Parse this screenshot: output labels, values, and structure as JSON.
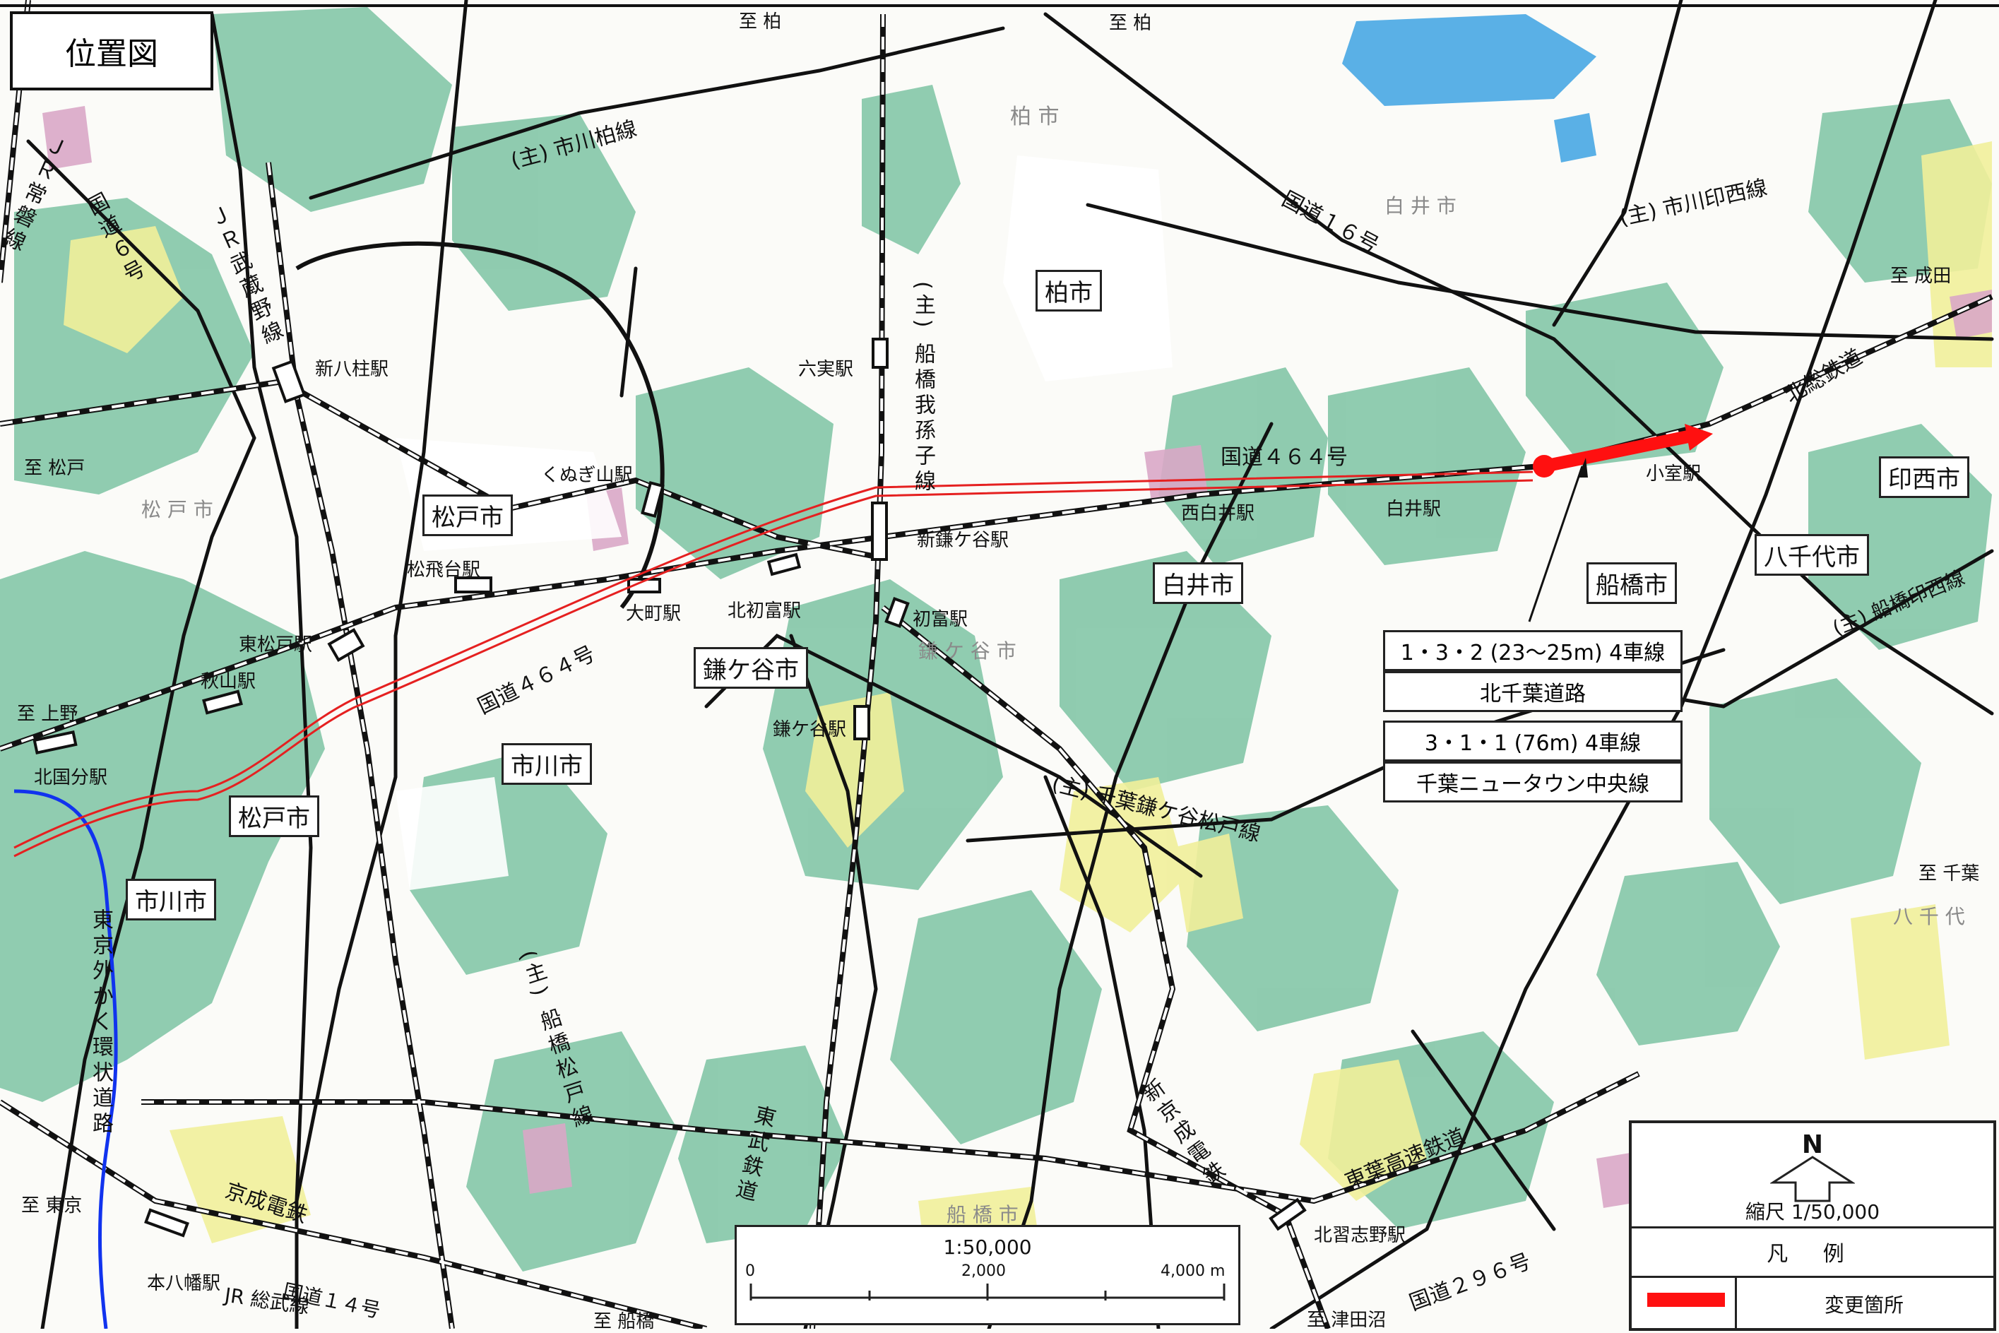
{
  "title": "位置図",
  "municipalities": [
    {
      "id": "kashiwa",
      "text": "柏市"
    },
    {
      "id": "matsudo-1",
      "text": "松戸市"
    },
    {
      "id": "shiroi",
      "text": "白井市"
    },
    {
      "id": "funabashi",
      "text": "船橋市"
    },
    {
      "id": "yachiyo",
      "text": "八千代市"
    },
    {
      "id": "inzai",
      "text": "印西市"
    },
    {
      "id": "kamagaya",
      "text": "鎌ケ谷市"
    },
    {
      "id": "ichikawa-1",
      "text": "市川市"
    },
    {
      "id": "matsudo-2",
      "text": "松戸市"
    },
    {
      "id": "ichikawa-2",
      "text": "市川市"
    }
  ],
  "faint_labels": [
    "柏 市",
    "白 井 市",
    "松 戸 市",
    "鎌 ケ 谷 市",
    "八 千 代",
    "船 橋 市"
  ],
  "stations": [
    "新八柱駅",
    "六実駅",
    "くぬぎ山駅",
    "新鎌ケ谷駅",
    "西白井駅",
    "白井駅",
    "小室駅",
    "松飛台駅",
    "大町駅",
    "北初富駅",
    "初富駅",
    "東松戸駅",
    "秋山駅",
    "鎌ケ谷駅",
    "北国分駅",
    "本八幡駅",
    "北習志野駅"
  ],
  "roads": [
    "(主) 市川柏線",
    "国道１６号",
    "(主) 市川印西線",
    "国道４６４号",
    "国道４６４号",
    "(主) 船橋印西線",
    "(主) 千葉鎌ケ谷松戸線",
    "国道２９６号",
    "国道１４号"
  ],
  "vertical_labels": [
    "ＪＲ常磐線",
    "国道６号",
    "ＪＲ武蔵野線",
    "(主) 船橋我孫子線",
    "東京外かく環状道路",
    "(主) 船橋松戸線",
    "東武鉄道",
    "新京成電鉄"
  ],
  "rail_labels": [
    "北総鉄道",
    "京成電鉄",
    "JR 総武線",
    "東葉高速鉄道"
  ],
  "directions": [
    "至 柏",
    "至 柏",
    "至 成田",
    "至 松戸",
    "至 上野",
    "至 千葉",
    "至 東京",
    "至 船橋",
    "至 津田沼"
  ],
  "plan_boxes": [
    "1・3・2 (23～25m) 4車線",
    "北千葉道路",
    "3・1・1 (76m) 4車線",
    "千葉ニュータウン中央線"
  ],
  "scale_bar": {
    "title": "1:50,000",
    "ticks": [
      "0",
      "2,000",
      "4,000 m"
    ]
  },
  "legend": {
    "north": "N",
    "scale": "縮尺 1/50,000",
    "header": "凡 例",
    "item_label": "変更箇所",
    "item_color": "#ff1010"
  },
  "colors": {
    "green_zone": "#7dc3a3",
    "yellow_zone": "#f1ef9a",
    "pink_zone": "#d9a7c7",
    "lake": "#5ab0e6",
    "change_line": "#ff1010",
    "highway": "#1133ee"
  }
}
